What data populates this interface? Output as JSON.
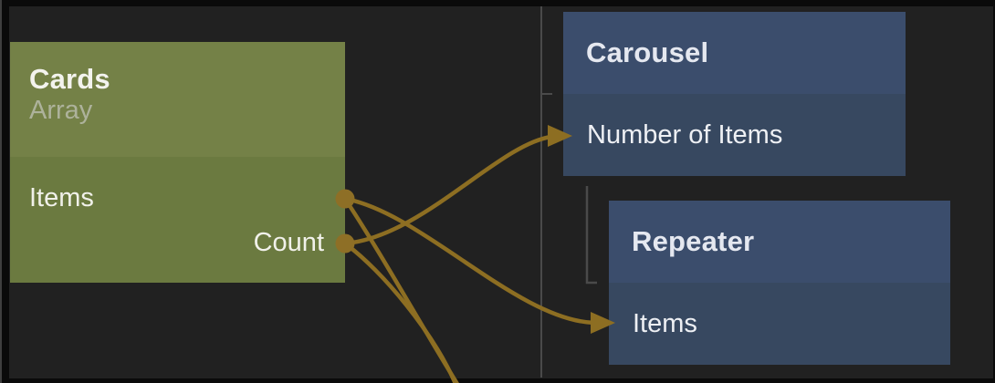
{
  "editor": {
    "description": "node-graph editor canvas"
  },
  "colors": {
    "canvas_background": "#212121",
    "frame": "#0a0a0a",
    "cards_header": "#748147",
    "cards_body": "#6b7a40",
    "blue_node_header": "#3b4d6c",
    "blue_node_body": "#374860",
    "wire": "#8d6e22",
    "port_dot": "#8e6f26",
    "guide_line": "#4a4a4a"
  },
  "nodes": {
    "cards": {
      "title": "Cards",
      "subtitle": "Array",
      "ports": {
        "items": "Items",
        "count": "Count"
      }
    },
    "carousel": {
      "title": "Carousel",
      "ports": {
        "number_of_items": "Number of Items"
      }
    },
    "repeater": {
      "title": "Repeater",
      "ports": {
        "items": "Items"
      }
    }
  },
  "connections": [
    {
      "from_node": "Cards",
      "from_port": "Count",
      "to_node": "Carousel",
      "to_port": "Number of Items"
    },
    {
      "from_node": "Cards",
      "from_port": "Items",
      "to_node": "Repeater",
      "to_port": "Items"
    },
    {
      "from_node": "Cards",
      "from_port": "Items",
      "to_node": "offscreen-bottom",
      "to_port": ""
    },
    {
      "from_node": "Cards",
      "from_port": "Count",
      "to_node": "offscreen-bottom",
      "to_port": ""
    }
  ]
}
